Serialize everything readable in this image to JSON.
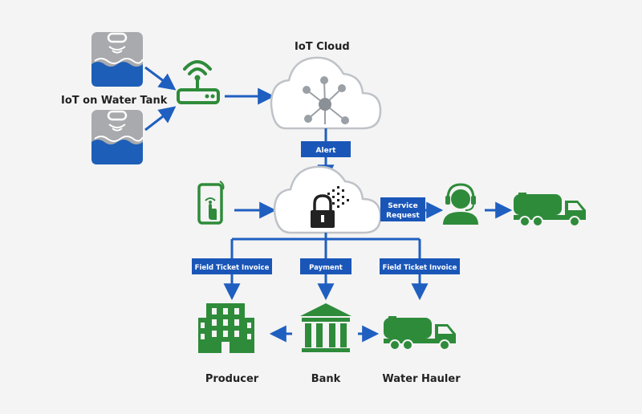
{
  "labels": {
    "tank_group": "IoT on Water Tank",
    "iot_cloud": "IoT Cloud",
    "alert": "Alert",
    "service_request_line1": "Service",
    "service_request_line2": "Request",
    "field_ticket_invoice_left": "Field Ticket Invoice",
    "payment": "Payment",
    "field_ticket_invoice_right": "Field Ticket Invoice",
    "producer": "Producer",
    "bank": "Bank",
    "water_hauler": "Water Hauler"
  },
  "colors": {
    "background": "#f4f4f4",
    "arrow_blue": "#1f5fc0",
    "label_box_blue": "#1a56b8",
    "icon_green": "#2e8b3a",
    "tank_grey": "#a8aaad",
    "tank_water": "#1d5fb8",
    "cloud_fill": "#ffffff",
    "cloud_stroke": "#bfc3c8",
    "text_dark": "#222222"
  },
  "icons": [
    "water-tank-sensor-icon",
    "wifi-router-icon",
    "cloud-network-icon",
    "smartphone-tap-icon",
    "cloud-lock-icon",
    "customer-service-headset-icon",
    "tanker-truck-icon",
    "office-building-icon",
    "bank-icon"
  ]
}
